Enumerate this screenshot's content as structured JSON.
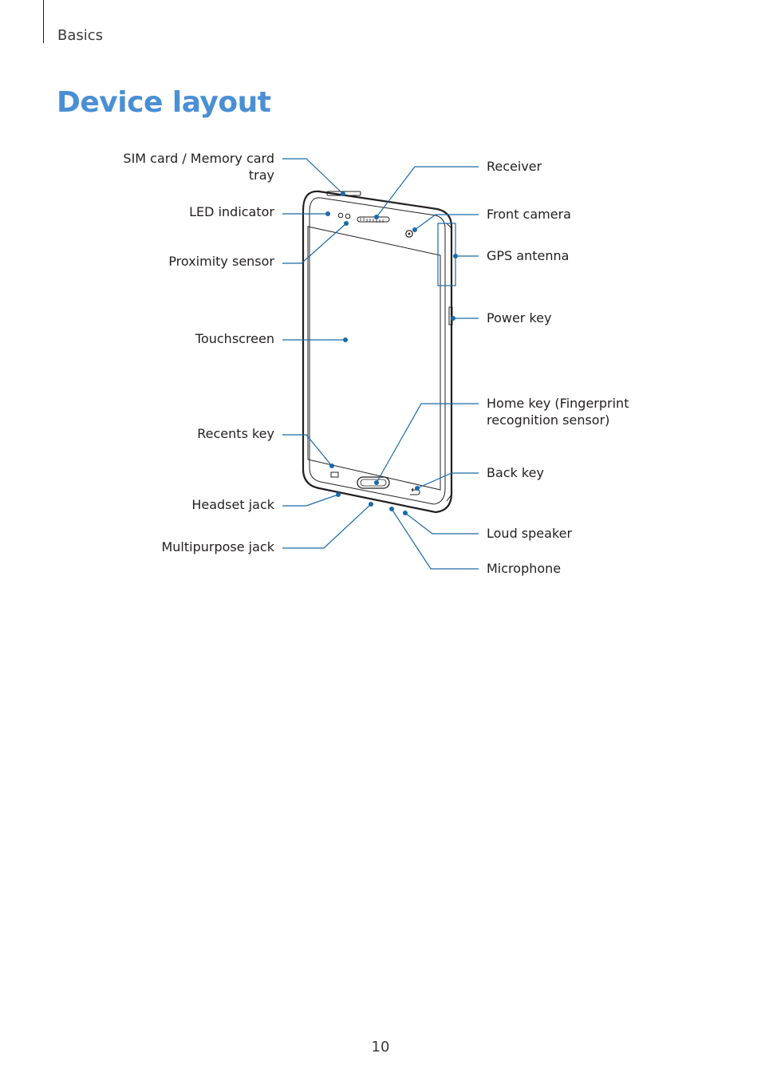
{
  "header": {
    "section": "Basics"
  },
  "title": "Device layout",
  "labels_left": {
    "sim_tray": "SIM card / Memory card",
    "sim_tray_line2": "tray",
    "led_indicator": "LED indicator",
    "proximity_sensor": "Proximity sensor",
    "touchscreen": "Touchscreen",
    "recents_key": "Recents key",
    "headset_jack": "Headset jack",
    "multipurpose_jack": "Multipurpose jack"
  },
  "labels_right": {
    "receiver": "Receiver",
    "front_camera": "Front camera",
    "gps_antenna": "GPS antenna",
    "power_key": "Power key",
    "home_key": "Home key (Fingerprint",
    "home_key_line2": "recognition sensor)",
    "back_key": "Back key",
    "loud_speaker": "Loud speaker",
    "microphone": "Microphone"
  },
  "colors": {
    "accent_title": "#4a8fd4",
    "callout": "#1a6aa8"
  },
  "footer": {
    "page_number": "10"
  }
}
